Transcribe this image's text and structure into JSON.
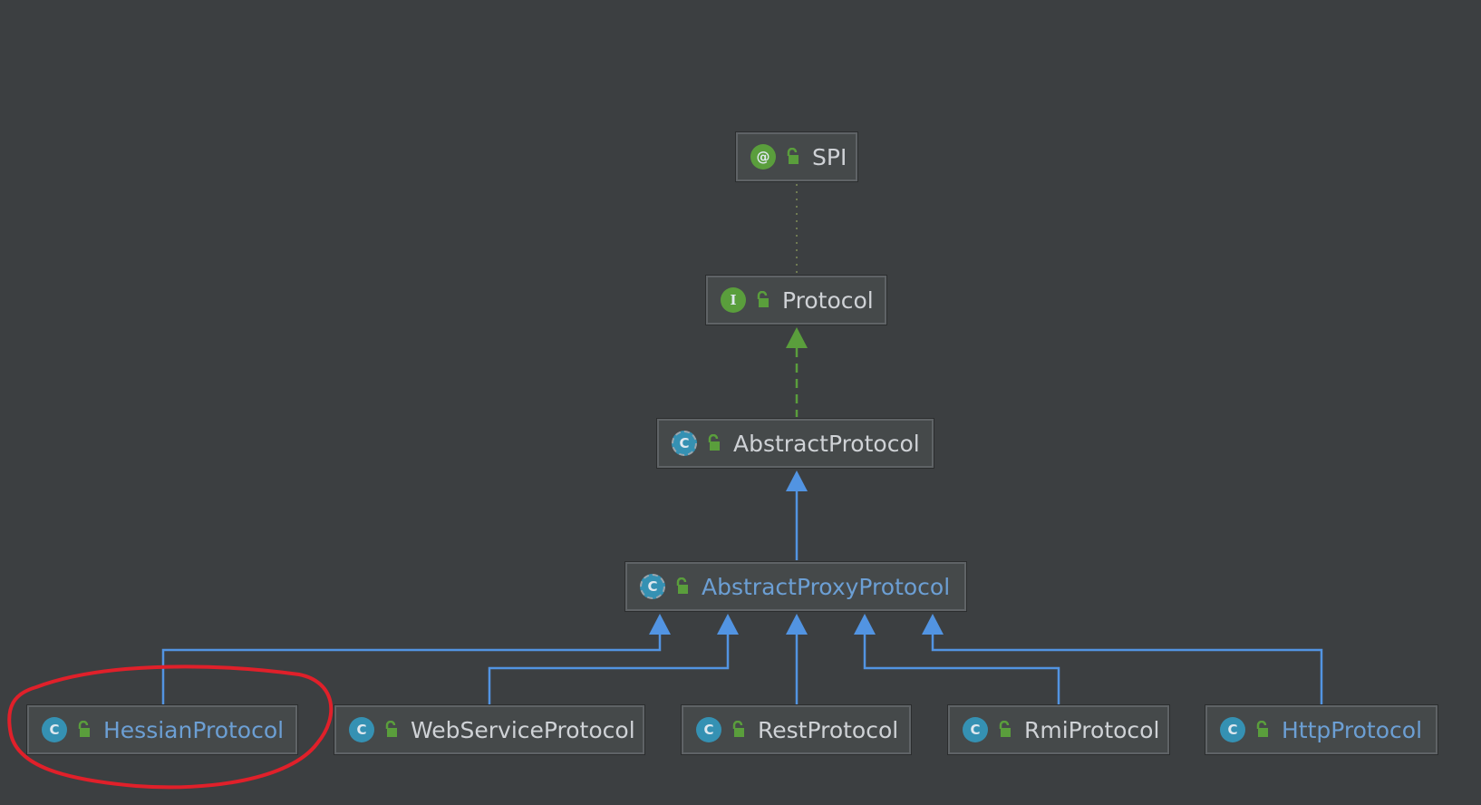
{
  "colors": {
    "background": "#3c3f41",
    "annotation_badge": "#5a9e3c",
    "interface_badge": "#5a9e3c",
    "class_badge": "#3591b3",
    "implements_edge": "#5a9e3c",
    "extends_edge": "#5294e2",
    "annotation_edge": "#6f7a52",
    "link_text": "#6c9fd4",
    "plain_text": "#cfd2d6",
    "highlight": "#e0202a"
  },
  "nodes": {
    "spi": {
      "label": "SPI",
      "badge": "@",
      "kind": "annotation",
      "icon": "annotation-icon"
    },
    "protocol": {
      "label": "Protocol",
      "badge": "I",
      "kind": "interface",
      "icon": "interface-icon"
    },
    "abstract_protocol": {
      "label": "AbstractProtocol",
      "badge": "C",
      "kind": "abstract-class",
      "icon": "abstract-class-icon"
    },
    "abstract_proxy_protocol": {
      "label": "AbstractProxyProtocol",
      "badge": "C",
      "kind": "abstract-class",
      "icon": "abstract-class-icon"
    },
    "hessian_protocol": {
      "label": "HessianProtocol",
      "badge": "C",
      "kind": "class",
      "icon": "class-icon"
    },
    "webservice_protocol": {
      "label": "WebServiceProtocol",
      "badge": "C",
      "kind": "class",
      "icon": "class-icon"
    },
    "rest_protocol": {
      "label": "RestProtocol",
      "badge": "C",
      "kind": "class",
      "icon": "class-icon"
    },
    "rmi_protocol": {
      "label": "RmiProtocol",
      "badge": "C",
      "kind": "class",
      "icon": "class-icon"
    },
    "http_protocol": {
      "label": "HttpProtocol",
      "badge": "C",
      "kind": "class",
      "icon": "class-icon"
    }
  },
  "edges": [
    {
      "from": "protocol",
      "to": "spi",
      "type": "annotated"
    },
    {
      "from": "abstract_protocol",
      "to": "protocol",
      "type": "implements"
    },
    {
      "from": "abstract_proxy_protocol",
      "to": "abstract_protocol",
      "type": "extends"
    },
    {
      "from": "hessian_protocol",
      "to": "abstract_proxy_protocol",
      "type": "extends"
    },
    {
      "from": "webservice_protocol",
      "to": "abstract_proxy_protocol",
      "type": "extends"
    },
    {
      "from": "rest_protocol",
      "to": "abstract_proxy_protocol",
      "type": "extends"
    },
    {
      "from": "rmi_protocol",
      "to": "abstract_proxy_protocol",
      "type": "extends"
    },
    {
      "from": "http_protocol",
      "to": "abstract_proxy_protocol",
      "type": "extends"
    }
  ],
  "highlighted_node": "hessian_protocol"
}
